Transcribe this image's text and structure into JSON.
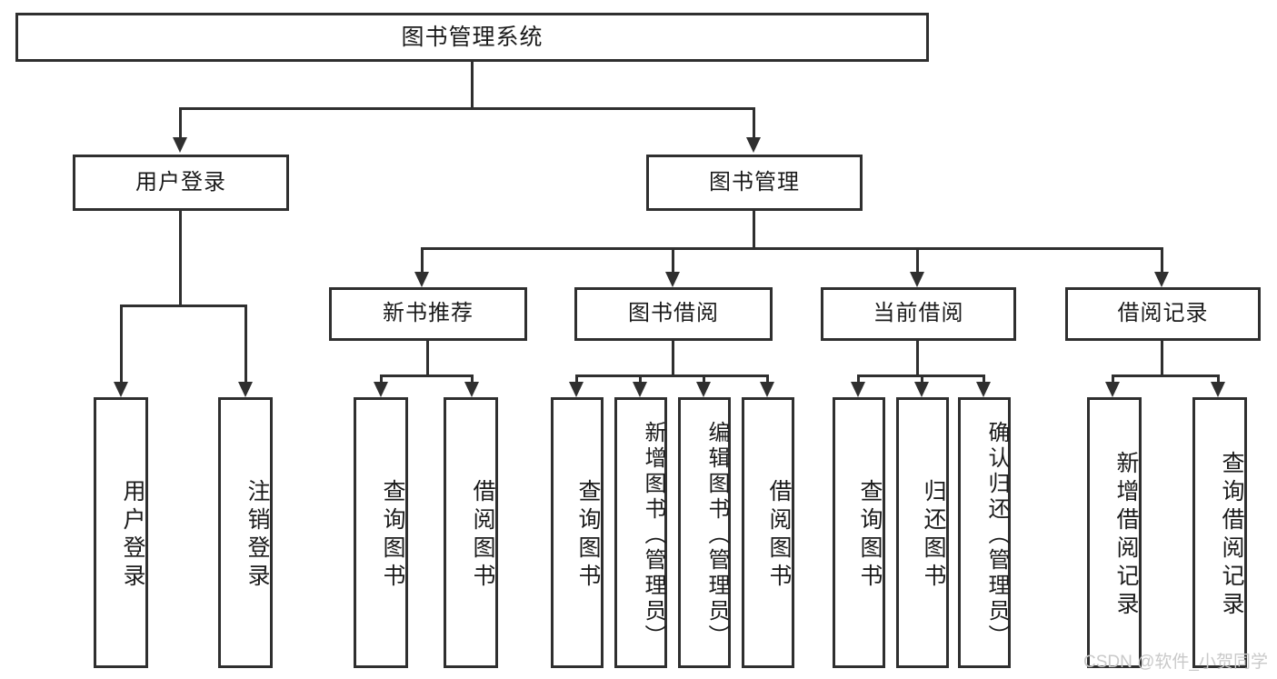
{
  "diagram": {
    "title": "图书管理系统",
    "type": "hierarchy-tree",
    "levels": 4
  },
  "root": {
    "label": "图书管理系统"
  },
  "level2": [
    {
      "label": "用户登录"
    },
    {
      "label": "图书管理"
    }
  ],
  "level3": [
    {
      "label": "新书推荐"
    },
    {
      "label": "图书借阅"
    },
    {
      "label": "当前借阅"
    },
    {
      "label": "借阅记录"
    }
  ],
  "leaves": {
    "user_login": [
      {
        "label": "用户登录"
      },
      {
        "label": "注销登录"
      }
    ],
    "new_book_recommend": [
      {
        "label": "查询图书"
      },
      {
        "label": "借阅图书"
      }
    ],
    "book_borrow": [
      {
        "label": "查询图书"
      },
      {
        "label": "新增图书（管理员）"
      },
      {
        "label": "编辑图书（管理员）"
      },
      {
        "label": "借阅图书"
      }
    ],
    "current_borrow": [
      {
        "label": "查询图书"
      },
      {
        "label": "归还图书"
      },
      {
        "label": "确认归还（管理员）"
      }
    ],
    "borrow_record": [
      {
        "label": "新增借阅记录"
      },
      {
        "label": "查询借阅记录"
      }
    ]
  },
  "watermark": {
    "text": "CSDN @软件_小贺同学"
  },
  "colors": {
    "stroke": "#2f2f2f",
    "text": "#1b1b1b",
    "background": "#ffffff",
    "watermark": "#c9c9c9"
  }
}
